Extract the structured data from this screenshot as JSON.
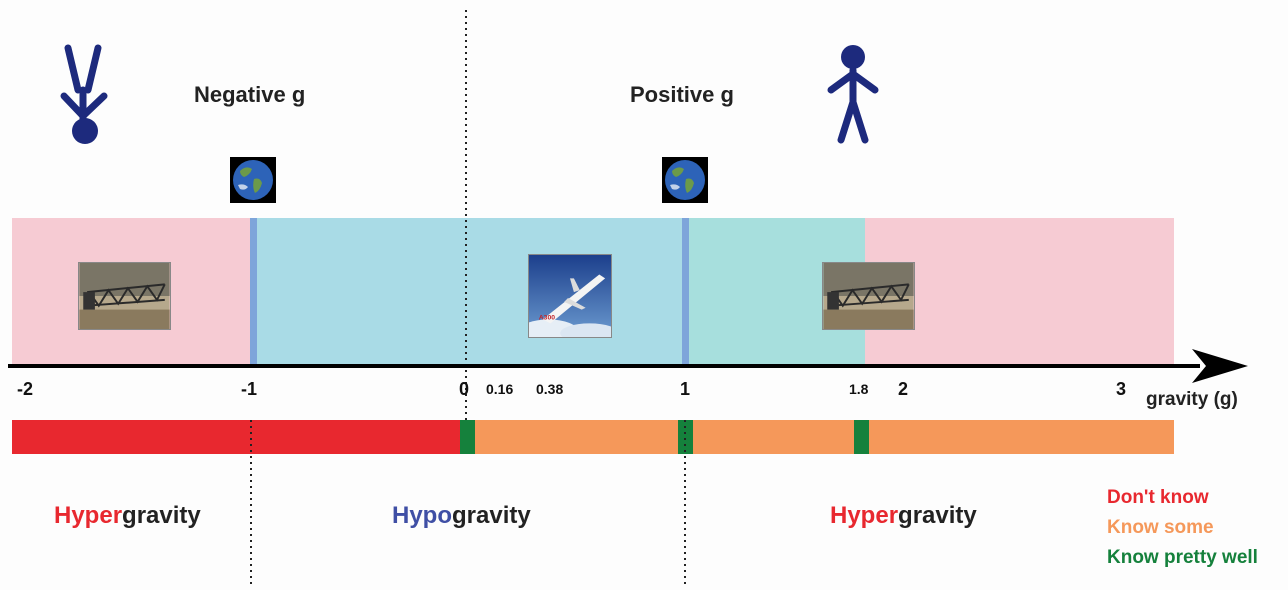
{
  "headings": {
    "negative": "Negative g",
    "positive": "Positive g"
  },
  "axis": {
    "label": "gravity (g)",
    "ticks": [
      "-2",
      "-1",
      "0",
      "0.16",
      "0.38",
      "1",
      "1.8",
      "2",
      "3"
    ]
  },
  "regions": [
    {
      "prefix": "Hyper",
      "suffix": "gravity",
      "prefix_color": "#e8282f"
    },
    {
      "prefix": "Hypo",
      "suffix": "gravity",
      "prefix_color": "#3f4fa5"
    },
    {
      "prefix": "Hyper",
      "suffix": "gravity",
      "prefix_color": "#e8282f"
    }
  ],
  "legend": [
    {
      "text": "Don't know",
      "color": "#e8282f"
    },
    {
      "text": "Know some",
      "color": "#f5985a"
    },
    {
      "text": "Know pretty well",
      "color": "#15813c"
    }
  ],
  "colors": {
    "hyper_band": "#f6cbd3",
    "hypo_band": "#a9dbe6",
    "partial_band": "#a7dfdd",
    "earth_line": "#7ea5da",
    "figure": "#1d2a7d"
  },
  "photo_text": "A300"
}
